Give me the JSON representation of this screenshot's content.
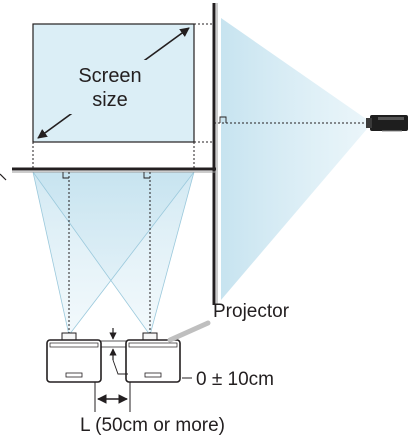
{
  "labels": {
    "screen_size_line1": "Screen",
    "screen_size_line2": "size",
    "projector": "Projector",
    "offset": "0 ± 10cm",
    "distance": "L (50cm or more)"
  },
  "colors": {
    "screen_fill": "#dbeef6",
    "beam_fill": "#cfe8f2",
    "line": "#231f20",
    "callout": "#bfbfbf"
  },
  "icons": [
    "projector-top-icon",
    "projector-side-icon",
    "double-arrow-icon"
  ]
}
